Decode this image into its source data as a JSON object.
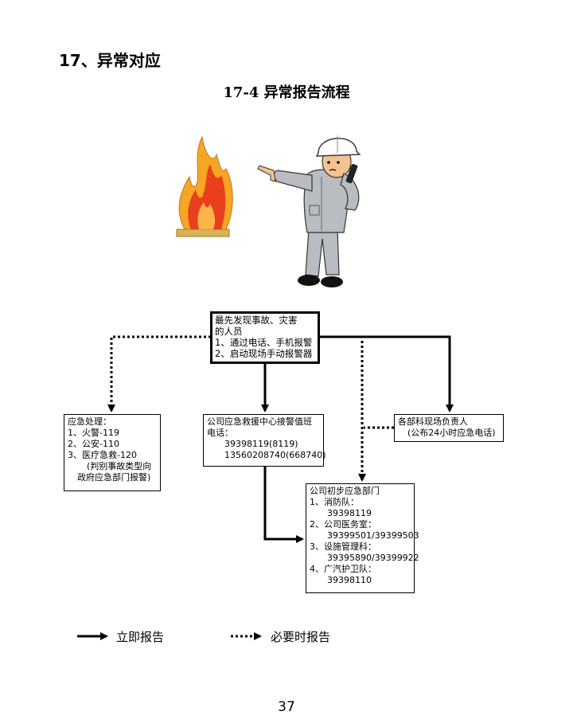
{
  "section_title": "17、异常对应",
  "flow_title": "17-4 异常报告流程",
  "top_box": {
    "lines": [
      "最先发现事故、灾害",
      "的人员",
      "1、通过电话、手机报警",
      "2、启动现场手动报警器"
    ]
  },
  "left_box": {
    "lines": [
      "应急处理：",
      "1、火警-119",
      "2、公安-110",
      "3、医疗急救-120",
      "(判别事故类型向",
      "政府应急部门报警)"
    ]
  },
  "center_box": {
    "lines": [
      "公司应急救援中心接警值班",
      "电话：",
      "39398119(8119)",
      "13560208740(668740)"
    ]
  },
  "right_box": {
    "lines": [
      "各部科现场负责人",
      "(公布24小时应急电话)"
    ]
  },
  "bottom_box": {
    "lines": [
      "公司初步应急部门",
      "1、消防队：",
      "39398119",
      "2、公司医务室：",
      "39399501/39399503",
      "3、设施管理科：",
      "39395890/39399922",
      "4、广汽护卫队：",
      "39398110"
    ]
  },
  "legend": {
    "solid_label": "立即报告",
    "dotted_label": "必要时报告"
  },
  "page_number": "37",
  "colors": {
    "flame_outer": "#f5a623",
    "flame_inner": "#e8401c",
    "flame_core": "#ffd95a",
    "uniform": "#b9bcc0",
    "helmet": "#ffffff",
    "skin": "#f3c28f"
  }
}
